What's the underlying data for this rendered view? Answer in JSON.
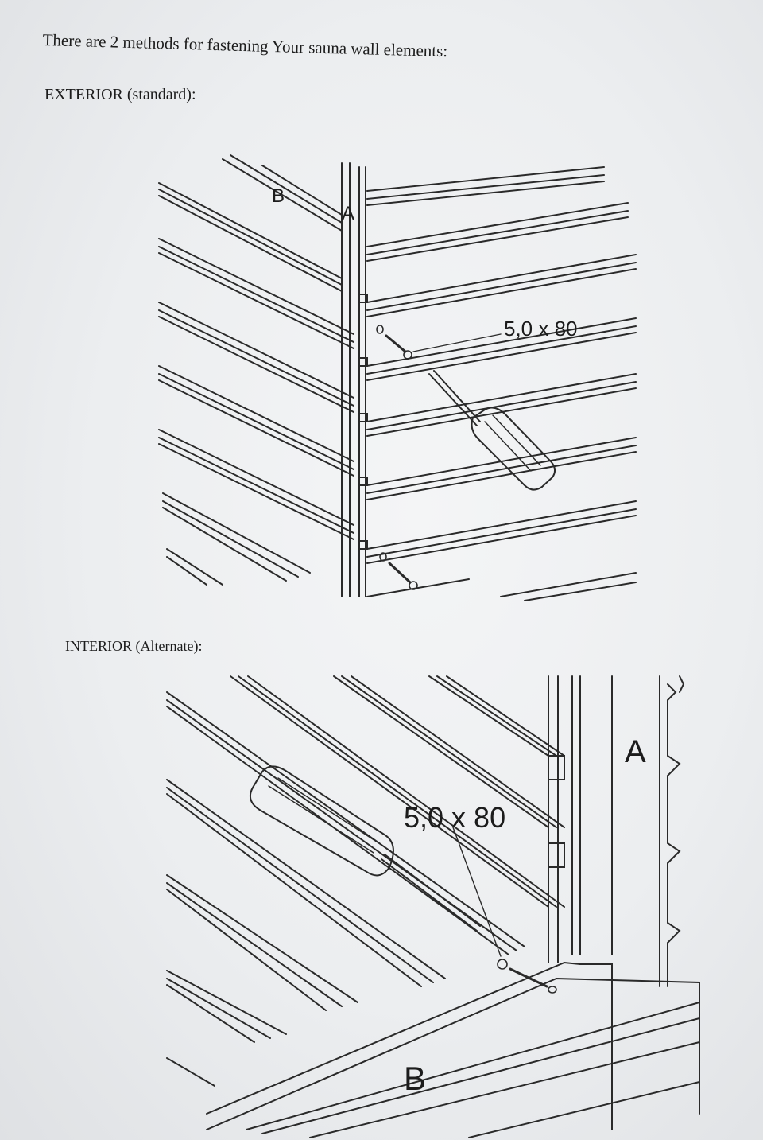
{
  "document": {
    "intro_text": "There are 2 methods for fastening Your sauna wall elements:",
    "exterior_heading": "EXTERIOR (standard):",
    "interior_heading": "INTERIOR (Alternate):"
  },
  "figure_exterior": {
    "label_b": "B",
    "label_a": "A",
    "screw_size": "5,0 x 80"
  },
  "figure_interior": {
    "label_a": "A",
    "label_b": "B",
    "screw_size": "5,0 x 80"
  }
}
